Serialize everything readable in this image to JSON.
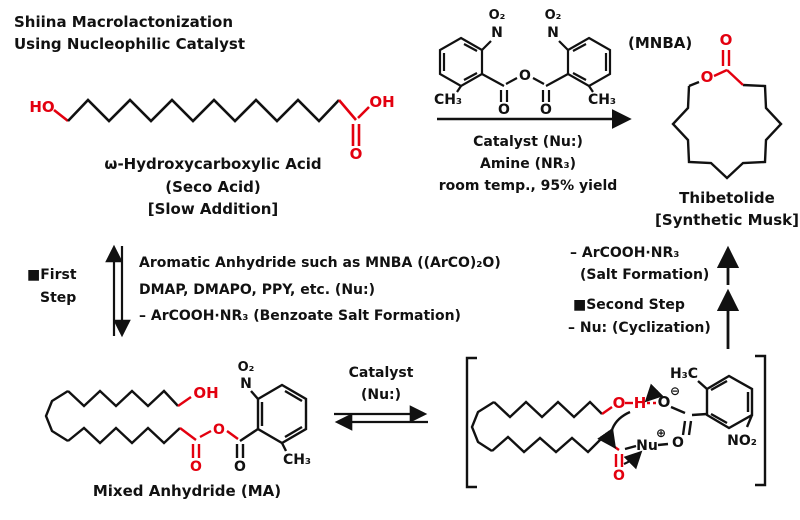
{
  "colors": {
    "ink": "#111111",
    "red": "#e3000f"
  },
  "title": {
    "line1": "Shiina Macrolactonization",
    "line2": "Using Nucleophilic Catalyst"
  },
  "seco": {
    "name": "ω-Hydroxycarboxylic Acid",
    "sub": "(Seco Acid)",
    "note": "[Slow Addition]"
  },
  "mnba": {
    "tag": "(MNBA)"
  },
  "reaction": {
    "catalyst": "Catalyst (Nu:)",
    "amine": "Amine (NR₃)",
    "conditions": "room temp., 95% yield"
  },
  "product": {
    "name": "Thibetolide",
    "note": "[Synthetic Musk]"
  },
  "step1": {
    "marker1": "■First",
    "marker2": "Step",
    "line1": "Aromatic Anhydride such as MNBA ((ArCO)₂O)",
    "line2": "DMAP, DMAPO, PPY, etc. (Nu:)",
    "line3": "– ArCOOH·NR₃ (Benzoate Salt Formation)"
  },
  "step2": {
    "line1": "– ArCOOH·NR₃",
    "line2": "(Salt Formation)",
    "marker": "■Second Step",
    "line3": "– Nu: (Cyclization)"
  },
  "ma": {
    "caption": "Mixed Anhydride (MA)"
  },
  "eq": {
    "catalyst": "Catalyst",
    "nu": "(Nu:)"
  },
  "labels": {
    "ho": "HO",
    "oh": "OH",
    "o": "O",
    "n": "N",
    "o2": "O₂",
    "ch3": "CH₃",
    "h3c": "H₃C",
    "no2": "NO₂",
    "nu": "Nu",
    "h": "H",
    "plus": "⊕",
    "minus": "⊖"
  }
}
